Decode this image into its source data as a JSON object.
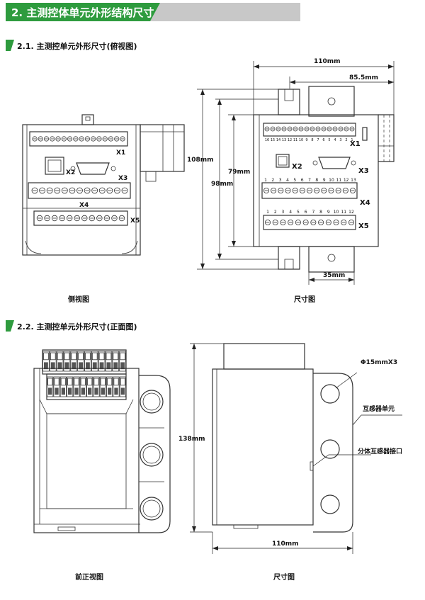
{
  "header": {
    "title": "2. 主测控体单元外形结构尺寸",
    "accent": "#2e9b3e",
    "bar_color": "#c8c8c8"
  },
  "section1": {
    "heading": "2.1. 主测控单元外形尺寸(俯视图)",
    "side_view": {
      "caption": "侧视图",
      "labels": [
        "X1",
        "X2",
        "X3",
        "X4",
        "X5"
      ]
    },
    "dim_view": {
      "caption": "尺寸图",
      "width_total": "110mm",
      "width_partial": "85.5mm",
      "height_108": "108mm",
      "height_79": "79mm",
      "height_98": "98mm",
      "rail_width": "35mm",
      "labels": [
        "X1",
        "X2",
        "X3",
        "X4",
        "X5"
      ],
      "x1_pins": [
        "16",
        "15",
        "14",
        "13",
        "12",
        "11",
        "10",
        "9",
        "8",
        "7",
        "6",
        "5",
        "4",
        "3",
        "2",
        "1"
      ],
      "x4_pins": [
        "1",
        "2",
        "3",
        "4",
        "5",
        "6",
        "7",
        "8",
        "9",
        "10",
        "11",
        "12",
        "13"
      ],
      "x5_pins": [
        "1",
        "2",
        "3",
        "4",
        "5",
        "6",
        "7",
        "8",
        "9",
        "10",
        "11",
        "12"
      ]
    }
  },
  "section2": {
    "heading": "2.2. 主测控单元外形尺寸(正面图)",
    "front_view": {
      "caption": "前正视图"
    },
    "dim_view": {
      "caption": "尺寸图",
      "height": "138mm",
      "width": "110mm",
      "hole_label": "Φ15mmX3",
      "ct_unit_label": "互感器单元",
      "ct_port_label": "分体互感器接口"
    }
  }
}
